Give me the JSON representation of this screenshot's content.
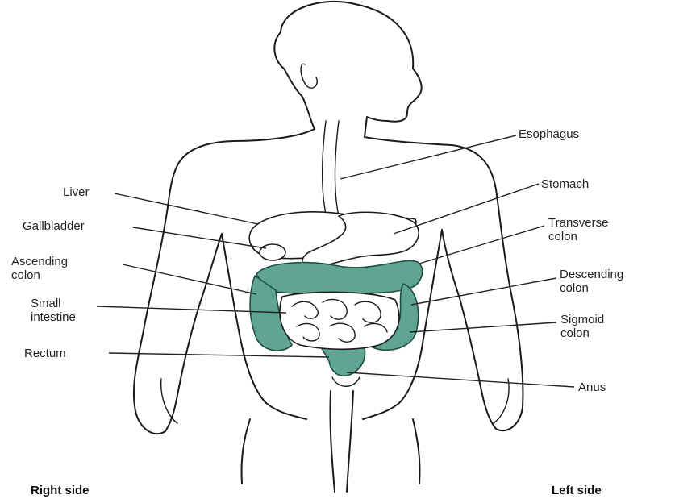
{
  "labels": {
    "esophagus": "Esophagus",
    "stomach": "Stomach",
    "transverse_colon": "Transverse\ncolon",
    "descending_colon": "Descending\ncolon",
    "sigmoid_colon": "Sigmoid\ncolon",
    "anus": "Anus",
    "liver": "Liver",
    "gallbladder": "Gallbladder",
    "ascending_colon": "Ascending\ncolon",
    "small_intestine": "Small\nintestine",
    "rectum": "Rectum"
  },
  "sides": {
    "right": "Right side",
    "left": "Left side"
  },
  "colors": {
    "colon": "#5fa591",
    "outline": "#1a1a1a"
  }
}
